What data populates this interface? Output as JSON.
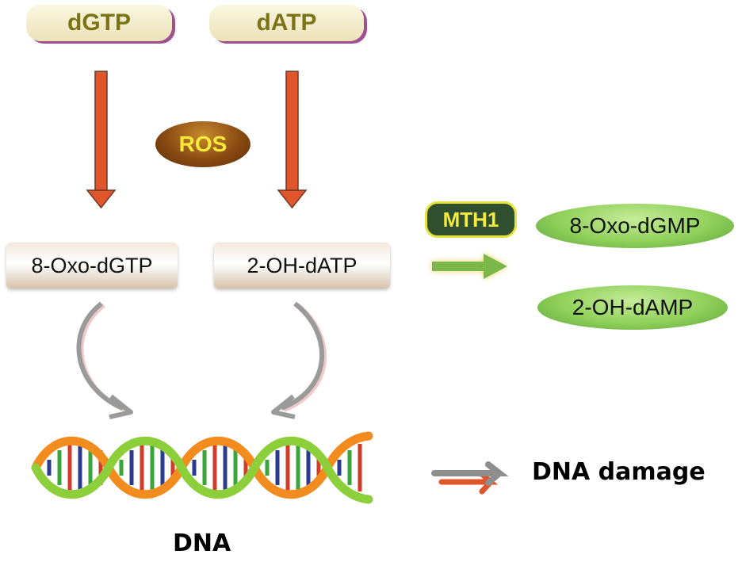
{
  "nodes": {
    "dgtp": "dGTP",
    "datp": "dATP",
    "ros": "ROS",
    "oxo_dgtp": "8-Oxo-dGTP",
    "oh_datp": "2-OH-dATP",
    "mth1": "MTH1",
    "oxo_dgmp": "8-Oxo-dGMP",
    "oh_damp": "2-OH-dAMP"
  },
  "labels": {
    "dna": "DNA",
    "dna_damage": "DNA damage"
  },
  "colors": {
    "down_arrow": "#e0552a",
    "curved_arrow": "#9a9a9a",
    "mth1_arrow": "#7ab648",
    "legend_arrow_top": "#8e8e8e",
    "legend_arrow_shadow": "#e0552a"
  }
}
